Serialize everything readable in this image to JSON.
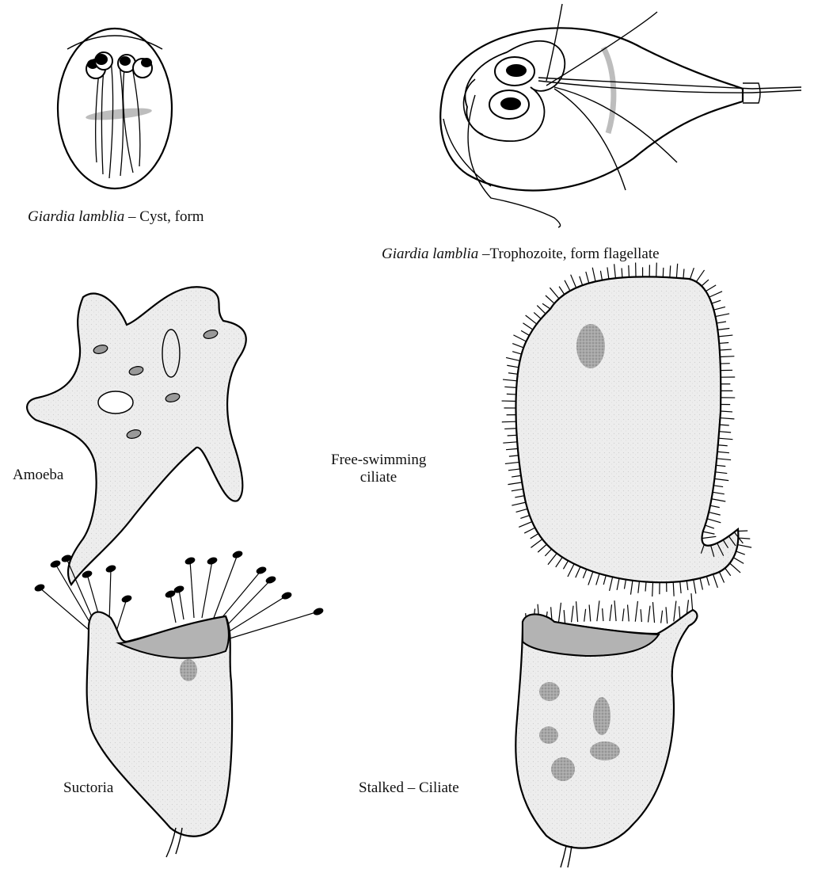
{
  "colors": {
    "outline": "#000000",
    "cell_fill": "#ececec",
    "peristome_fill": "#b3b3b3",
    "nucleus_fill": "#999999",
    "median_body": "#bdbdbd"
  },
  "labels": {
    "cyst": {
      "scientific": "Giardia lamblia",
      "text": " – Cyst, form"
    },
    "trophozoite": {
      "scientific": "Giardia lamblia",
      "text": " –Trophozoite, form flagellate"
    },
    "amoeba": "Amoeba",
    "free_swimming_line1": "Free-swimming",
    "free_swimming_line2": "ciliate",
    "suctoria": "Suctoria",
    "stalked_ciliate": "Stalked – Ciliate"
  }
}
